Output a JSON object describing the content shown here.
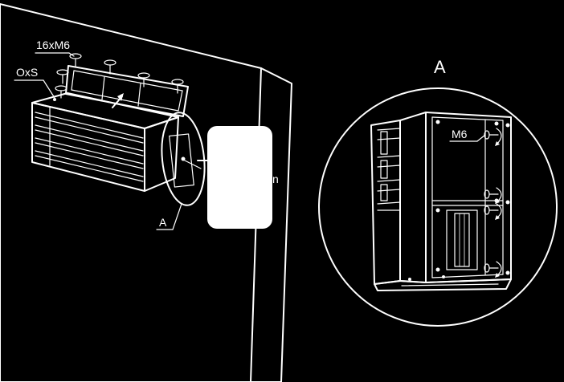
{
  "labels": {
    "screws": "16xM6",
    "size": "OxS",
    "detail_ref": "A",
    "detail_title": "A",
    "detail_screw": "M6",
    "cut_glyph": "n"
  },
  "colors": {
    "background": "#000000",
    "line": "#ffffff",
    "panel_fill": "#ffffff"
  }
}
